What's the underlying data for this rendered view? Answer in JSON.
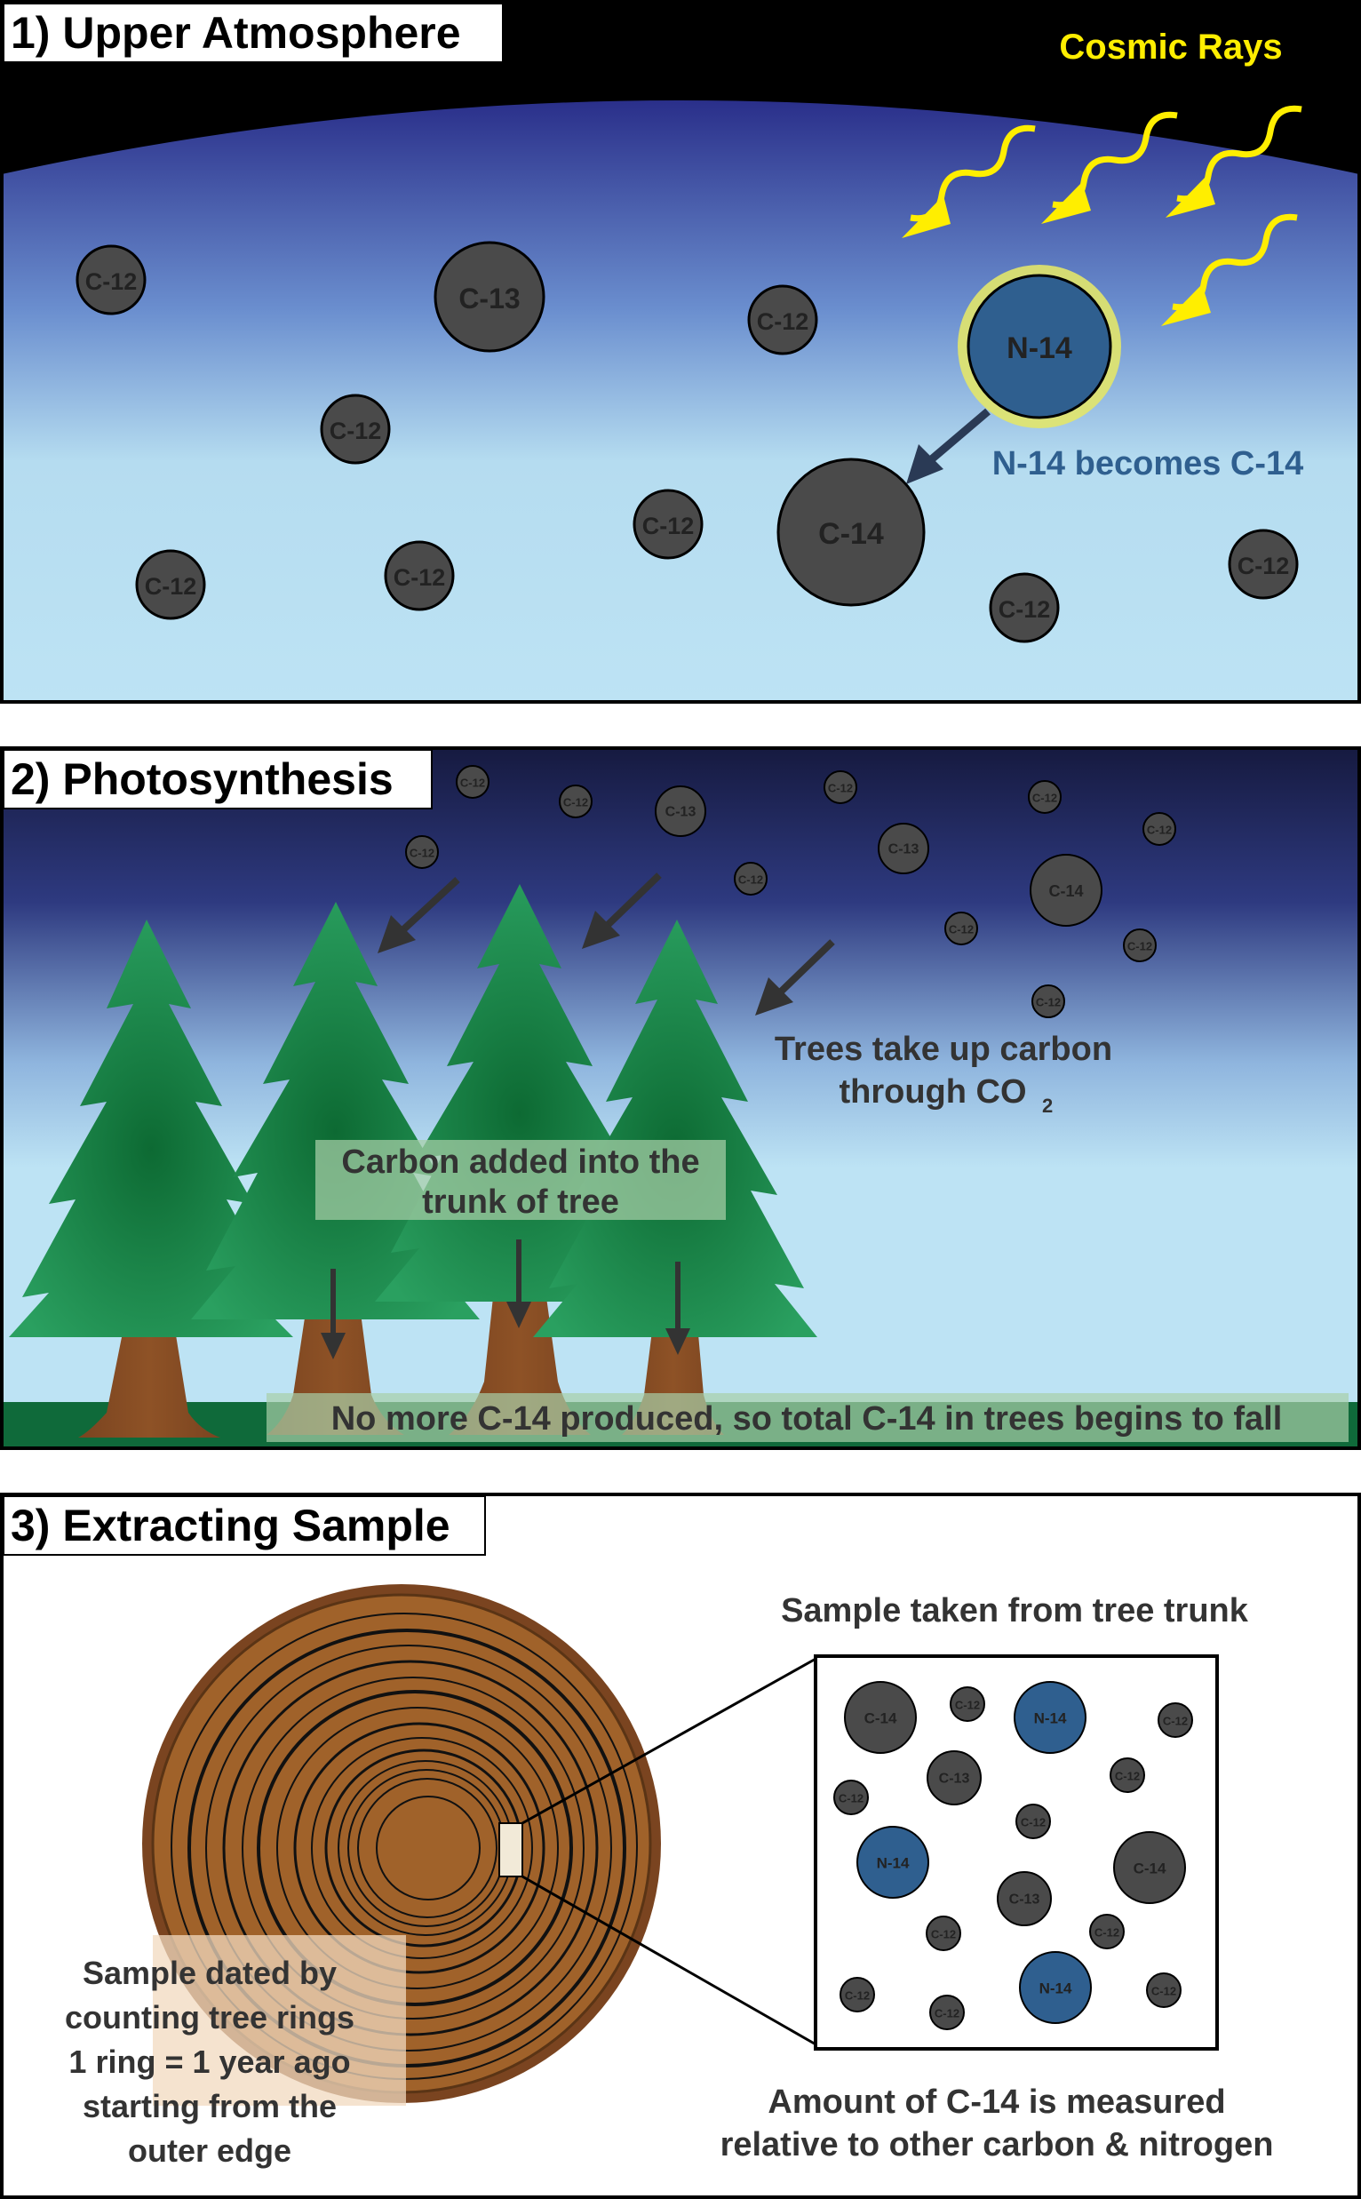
{
  "panels": {
    "upper": {
      "title": "1) Upper Atmosphere",
      "cosmic_label": "Cosmic Rays",
      "n14_label": "N-14",
      "becomes_label": "N-14 becomes C-14",
      "c14_label": "C-14",
      "c13_label": "C-13",
      "c12_label": "C-12"
    },
    "photo": {
      "title": "2) Photosynthesis",
      "uptake_line1": "Trees take up carbon",
      "uptake_line2": "through CO",
      "uptake_sub": "2",
      "trunk_line1": "Carbon added into the",
      "trunk_line2": "trunk of tree",
      "fall_note": "No more C-14 produced, so total C-14 in trees begins to fall",
      "c12_label": "C-12",
      "c13_label": "C-13",
      "c14_label": "C-14"
    },
    "extract": {
      "title": "3) Extracting Sample",
      "sample_title": "Sample taken from tree trunk",
      "dating_lines": [
        "Sample dated by",
        "counting tree rings",
        "1 ring = 1 year ago",
        "starting from the",
        "outer edge"
      ],
      "measured_line1": "Amount of C-14 is measured",
      "measured_line2": "relative to other carbon & nitrogen",
      "c12_label": "C-12",
      "c13_label": "C-13",
      "c14_label": "C-14",
      "n14_label": "N-14"
    }
  },
  "colors": {
    "carbon": "#4a4a4a",
    "nitrogen": "#2f5f8f",
    "cosmic": "#ffee00",
    "tree": "#1e8a4a",
    "trunk": "#8b4f1e",
    "wood": "#a0622a",
    "sky_dark": "#15163a",
    "sky_light": "#b8e0f2"
  }
}
